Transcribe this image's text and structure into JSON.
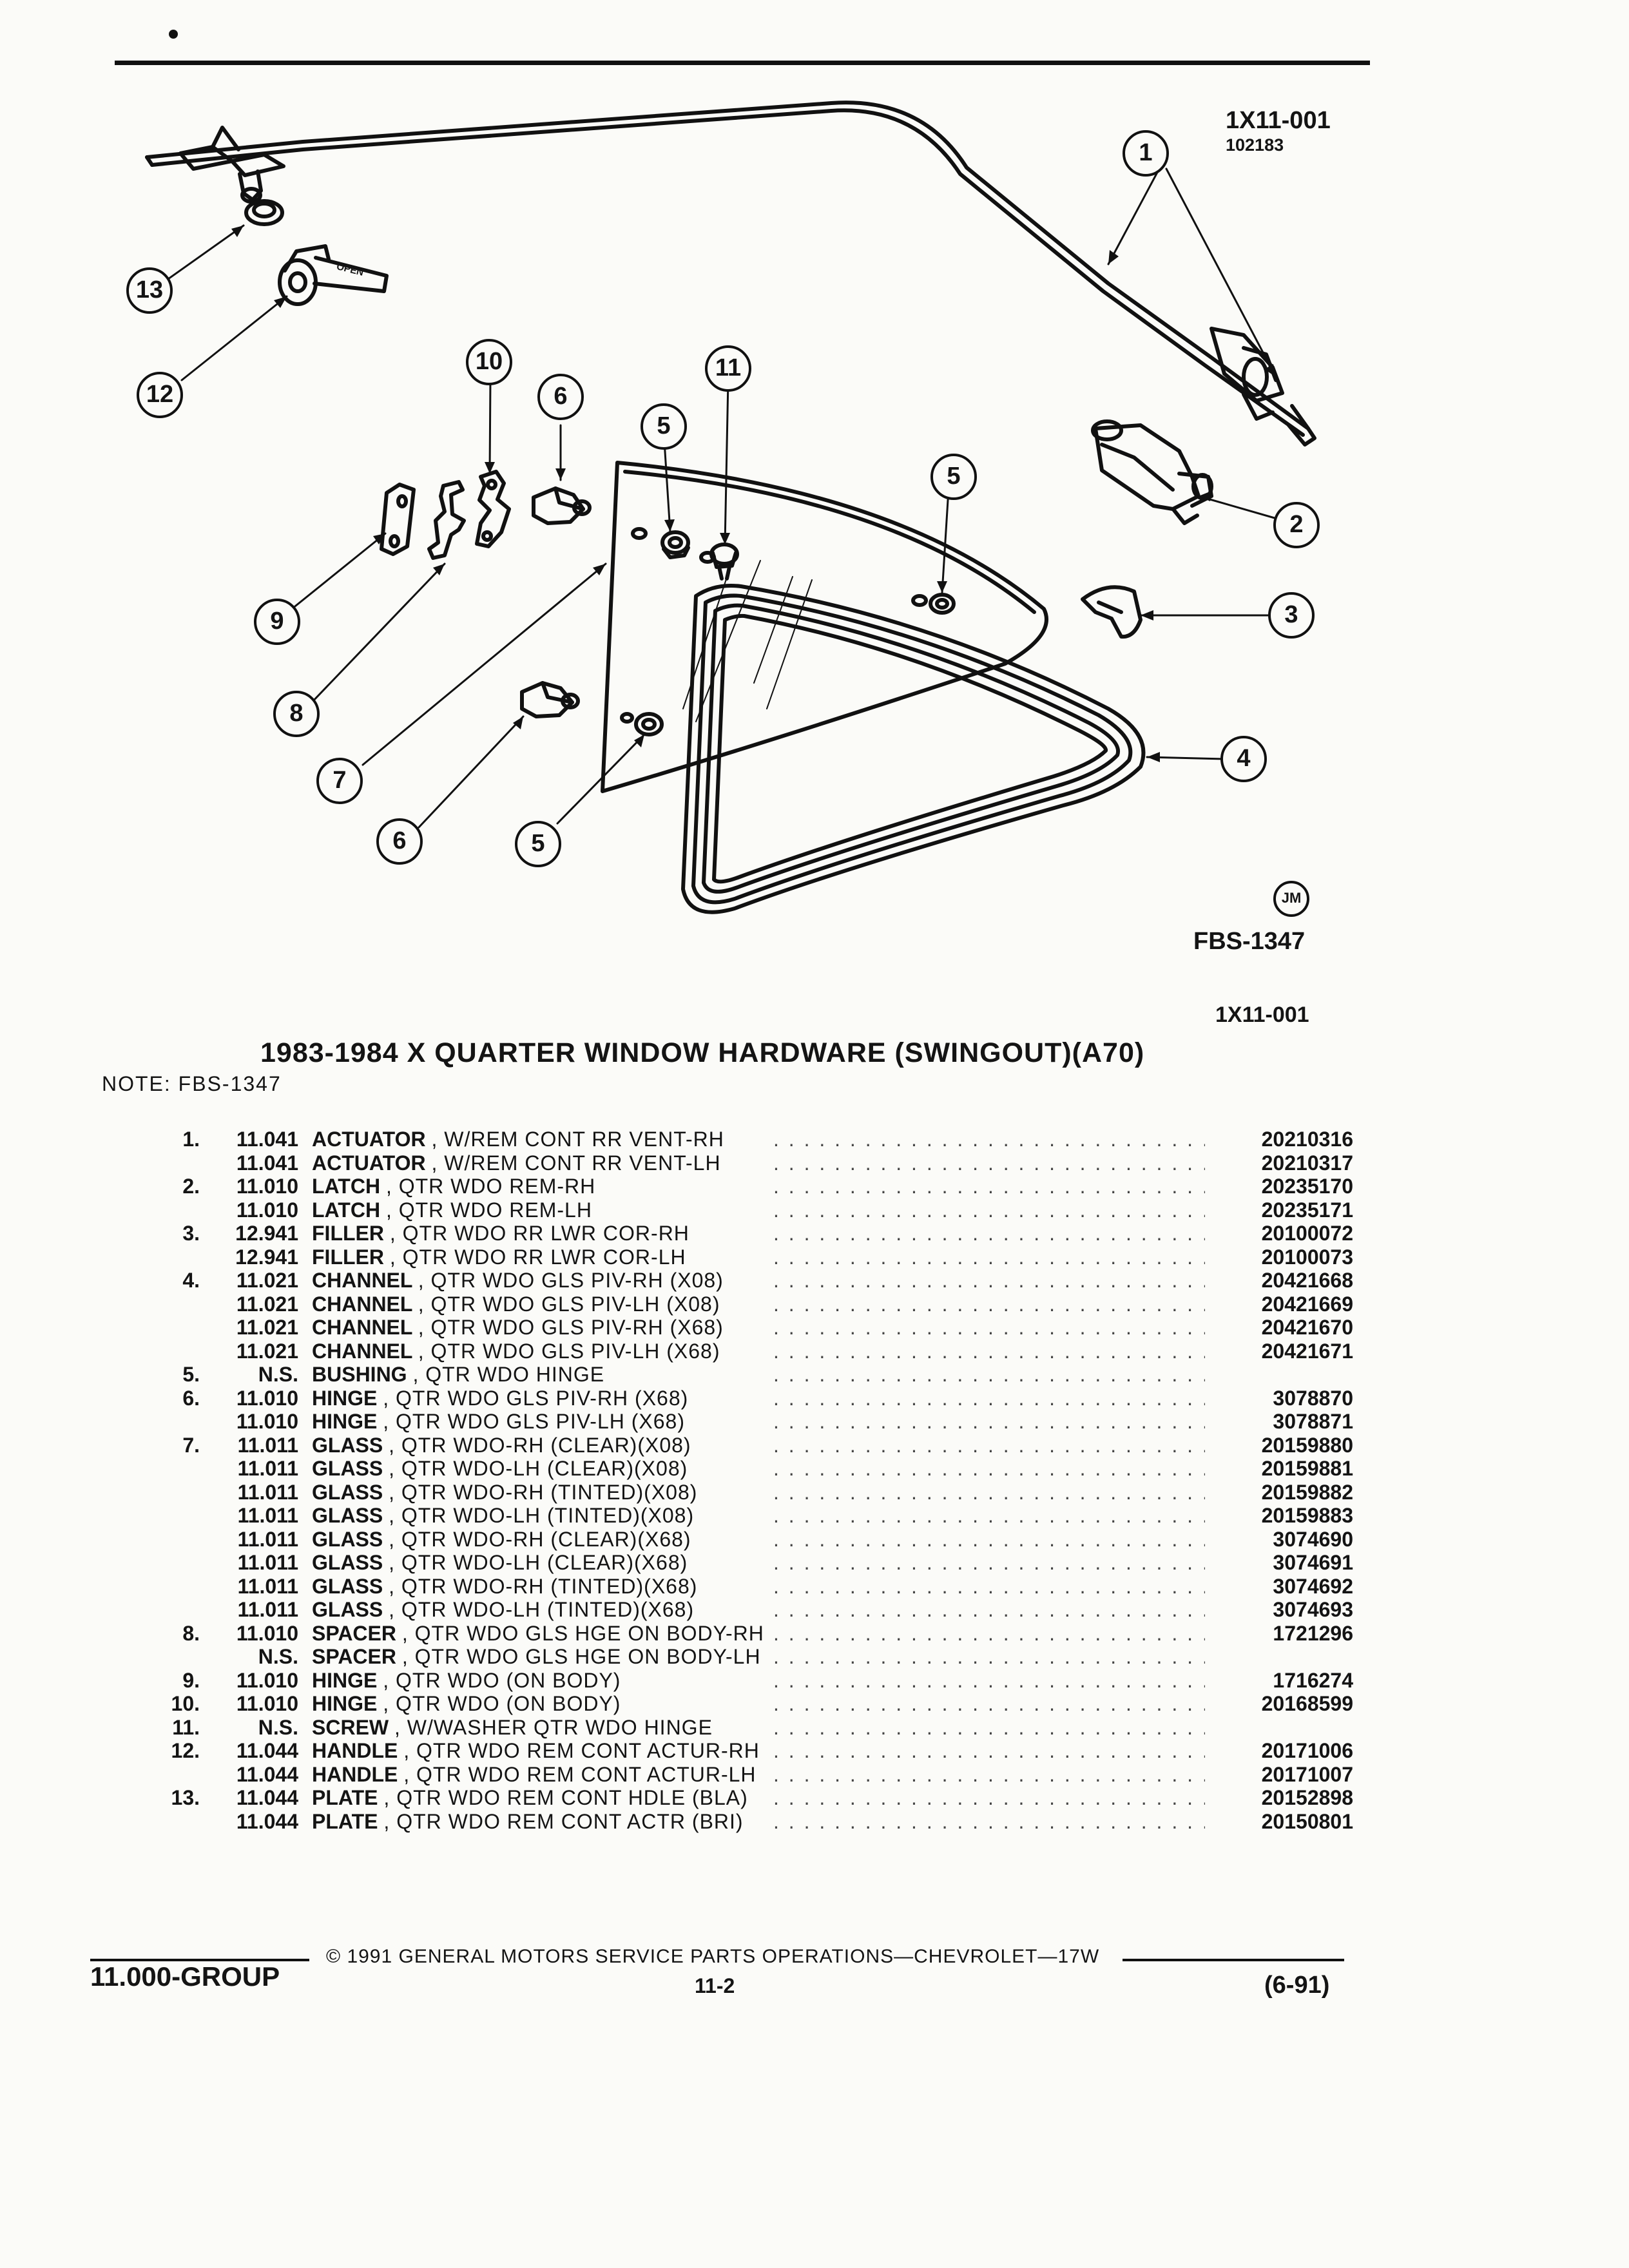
{
  "header": {
    "ref_code": "1X11-001",
    "ref_date": "102183"
  },
  "diagram": {
    "callouts": [
      "1",
      "2",
      "3",
      "4",
      "5",
      "5",
      "5",
      "6",
      "6",
      "7",
      "8",
      "9",
      "10",
      "11",
      "12",
      "13"
    ],
    "open_label": "OPEN",
    "artist_mark": "JM",
    "fig_code": "FBS-1347",
    "sub_ref_code": "1X11-001"
  },
  "section": {
    "title": "1983-1984 X QUARTER WINDOW HARDWARE (SWINGOUT)(A70)",
    "note": "NOTE:  FBS-1347"
  },
  "parts": [
    {
      "idx": "1.",
      "group": "11.041",
      "name": "ACTUATOR",
      "desc": ", W/REM CONT RR VENT-RH",
      "part": "20210316"
    },
    {
      "idx": "",
      "group": "11.041",
      "name": "ACTUATOR",
      "desc": ", W/REM CONT RR VENT-LH",
      "part": "20210317"
    },
    {
      "idx": "2.",
      "group": "11.010",
      "name": "LATCH",
      "desc": ", QTR WDO REM-RH",
      "part": "20235170"
    },
    {
      "idx": "",
      "group": "11.010",
      "name": "LATCH",
      "desc": ", QTR WDO REM-LH",
      "part": "20235171"
    },
    {
      "idx": "3.",
      "group": "12.941",
      "name": "FILLER",
      "desc": ", QTR WDO RR LWR COR-RH",
      "part": "20100072"
    },
    {
      "idx": "",
      "group": "12.941",
      "name": "FILLER",
      "desc": ", QTR WDO RR LWR COR-LH",
      "part": "20100073"
    },
    {
      "idx": "4.",
      "group": "11.021",
      "name": "CHANNEL",
      "desc": ", QTR WDO GLS PIV-RH (X08)",
      "part": "20421668"
    },
    {
      "idx": "",
      "group": "11.021",
      "name": "CHANNEL",
      "desc": ", QTR WDO GLS PIV-LH (X08)",
      "part": "20421669"
    },
    {
      "idx": "",
      "group": "11.021",
      "name": "CHANNEL",
      "desc": ", QTR WDO GLS PIV-RH (X68)",
      "part": "20421670"
    },
    {
      "idx": "",
      "group": "11.021",
      "name": "CHANNEL",
      "desc": ", QTR WDO GLS PIV-LH (X68)",
      "part": "20421671"
    },
    {
      "idx": "5.",
      "group": "N.S.",
      "name": "BUSHING",
      "desc": ", QTR WDO HINGE",
      "part": ""
    },
    {
      "idx": "6.",
      "group": "11.010",
      "name": "HINGE",
      "desc": ", QTR WDO GLS PIV-RH (X68)",
      "part": "3078870"
    },
    {
      "idx": "",
      "group": "11.010",
      "name": "HINGE",
      "desc": ", QTR WDO GLS PIV-LH (X68)",
      "part": "3078871"
    },
    {
      "idx": "7.",
      "group": "11.011",
      "name": "GLASS",
      "desc": ", QTR WDO-RH (CLEAR)(X08)",
      "part": "20159880"
    },
    {
      "idx": "",
      "group": "11.011",
      "name": "GLASS",
      "desc": ", QTR WDO-LH (CLEAR)(X08)",
      "part": "20159881"
    },
    {
      "idx": "",
      "group": "11.011",
      "name": "GLASS",
      "desc": ", QTR WDO-RH (TINTED)(X08)",
      "part": "20159882"
    },
    {
      "idx": "",
      "group": "11.011",
      "name": "GLASS",
      "desc": ", QTR WDO-LH (TINTED)(X08)",
      "part": "20159883"
    },
    {
      "idx": "",
      "group": "11.011",
      "name": "GLASS",
      "desc": ", QTR WDO-RH (CLEAR)(X68)",
      "part": "3074690"
    },
    {
      "idx": "",
      "group": "11.011",
      "name": "GLASS",
      "desc": ", QTR WDO-LH (CLEAR)(X68)",
      "part": "3074691"
    },
    {
      "idx": "",
      "group": "11.011",
      "name": "GLASS",
      "desc": ", QTR WDO-RH (TINTED)(X68)",
      "part": "3074692"
    },
    {
      "idx": "",
      "group": "11.011",
      "name": "GLASS",
      "desc": ", QTR WDO-LH (TINTED)(X68)",
      "part": "3074693"
    },
    {
      "idx": "8.",
      "group": "11.010",
      "name": "SPACER",
      "desc": ", QTR WDO GLS HGE ON BODY-RH",
      "part": "1721296"
    },
    {
      "idx": "",
      "group": "N.S.",
      "name": "SPACER",
      "desc": ", QTR WDO GLS HGE ON BODY-LH",
      "part": ""
    },
    {
      "idx": "9.",
      "group": "11.010",
      "name": "HINGE",
      "desc": ", QTR WDO (ON BODY)",
      "part": "1716274"
    },
    {
      "idx": "10.",
      "group": "11.010",
      "name": "HINGE",
      "desc": ", QTR WDO (ON BODY)",
      "part": "20168599"
    },
    {
      "idx": "11.",
      "group": "N.S.",
      "name": "SCREW",
      "desc": ", W/WASHER QTR WDO HINGE",
      "part": ""
    },
    {
      "idx": "12.",
      "group": "11.044",
      "name": "HANDLE",
      "desc": ", QTR WDO REM CONT ACTUR-RH",
      "part": "20171006"
    },
    {
      "idx": "",
      "group": "11.044",
      "name": "HANDLE",
      "desc": ", QTR WDO REM CONT ACTUR-LH",
      "part": "20171007"
    },
    {
      "idx": "13.",
      "group": "11.044",
      "name": "PLATE",
      "desc": ", QTR WDO REM CONT HDLE (BLA)",
      "part": "20152898"
    },
    {
      "idx": "",
      "group": "11.044",
      "name": "PLATE",
      "desc": ", QTR WDO REM CONT ACTR (BRI)",
      "part": "20150801"
    }
  ],
  "footer": {
    "group": "11.000-GROUP",
    "copyright": "© 1991 GENERAL MOTORS SERVICE PARTS OPERATIONS—CHEVROLET—17W",
    "page": "11-2",
    "date": "(6-91)"
  }
}
